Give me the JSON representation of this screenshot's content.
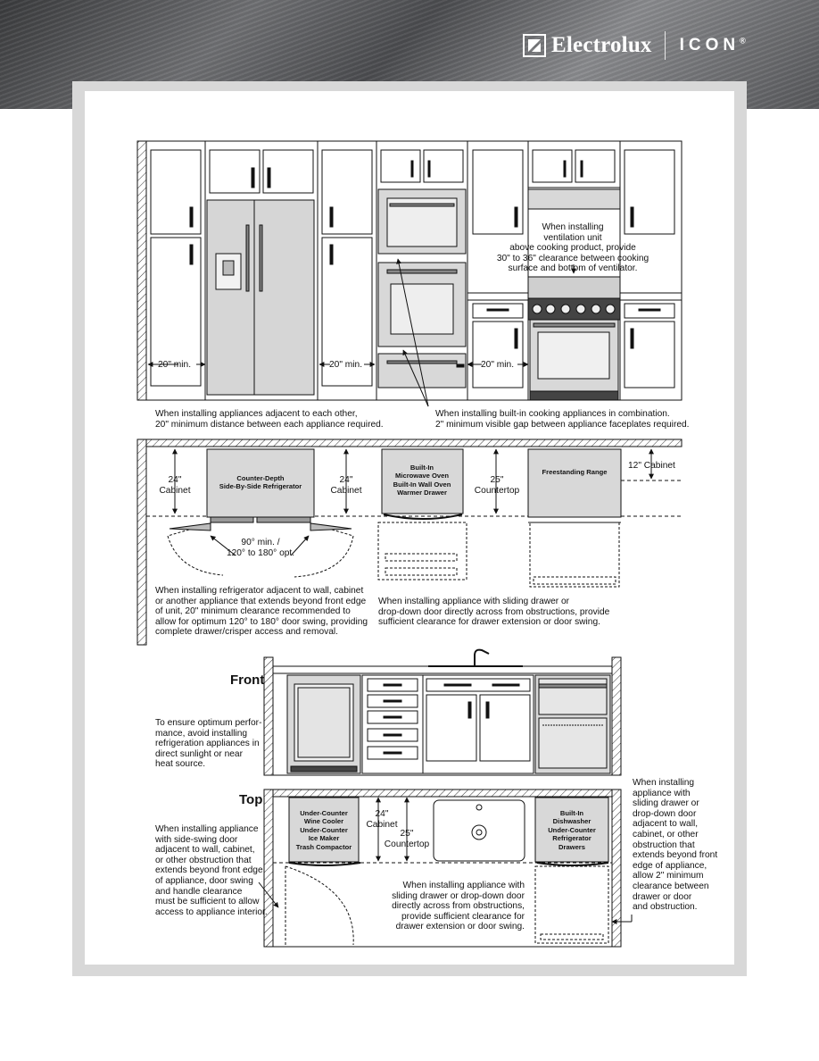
{
  "brand": {
    "company": "Electrolux",
    "line": "ICON",
    "reg_mark": "®"
  },
  "elevation": {
    "gap_labels": [
      "20\" min.",
      "20\" min.",
      "20\" min."
    ],
    "ventilation_note": "When installing\nventilation unit\nabove cooking product, provide\n30\" to 36\" clearance between cooking\nsurface and bottom of ventilator.",
    "adjacent_note": "When installing appliances adjacent to each other,\n20\" minimum distance between each appliance required.",
    "combination_note": "When installing built-in cooking appliances in combination.\n2\" minimum visible gap between appliance faceplates required."
  },
  "plan": {
    "fridge_label": "Counter-Depth\nSide-By-Side Refrigerator",
    "left_cabinet": "24\"\nCabinet",
    "mid_cabinet": "24\"\nCabinet",
    "builtin_label": "Built-In\nMicrowave Oven\nBuilt-In Wall Oven\nWarmer Drawer",
    "countertop": "25\"\nCountertop",
    "range_label": "Freestanding Range",
    "cabinet_12": "12\" Cabinet",
    "swing_label": "90° min. /\n120° to 180° opt.",
    "fridge_note": "When installing refrigerator adjacent to wall, cabinet\nor another appliance that extends beyond front edge\nof unit, 20\" minimum clearance recommended to\nallow for optimum 120° to 180° door swing, providing\ncomplete drawer/crisper access and removal.",
    "drawer_note": "When installing appliance with sliding drawer or\ndrop-down door directly across from obstructions, provide\nsufficient clearance for drawer extension or door swing."
  },
  "undercounter": {
    "front_heading": "Front",
    "top_heading": "Top",
    "sunlight_note": "To ensure optimum perfor-\nmance, avoid installing\nrefrigeration appliances in\ndirect sunlight or near\nheat source.",
    "wine_label": "Under-Counter\nWine Cooler\nUnder-Counter\nIce Maker\nTrash Compactor",
    "cabinet_24": "24\"\nCabinet",
    "countertop_25": "25\"\nCountertop",
    "dishwasher_label": "Built-In\nDishwasher\nUnder-Counter\nRefrigerator\nDrawers",
    "side_swing_note": "When installing appliance\nwith side-swing door\nadjacent to wall, cabinet,\nor other obstruction that\nextends beyond front edge\nof appliance, door swing\nand handle clearance\nmust be sufficient to allow\naccess to appliance interior.",
    "sliding_note": "When installing appliance with\nsliding drawer or drop-down door\ndirectly across from obstructions,\nprovide sufficient clearance for\ndrawer extension or door swing.",
    "right_note": "When installing\nappliance with\nsliding drawer or\ndrop-down door\nadjacent to wall,\ncabinet, or other\nobstruction that\nextends beyond front\nedge of appliance,\nallow 2\" minimum\nclearance between\ndrawer or door\nand obstruction."
  }
}
